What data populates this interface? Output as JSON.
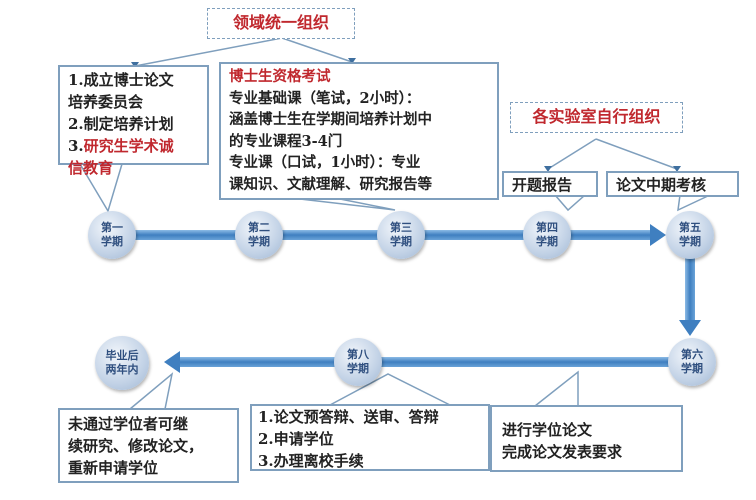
{
  "top_org": "领域统一组织",
  "lab_org": "各实验室自行组织",
  "semesters": {
    "s1": [
      "第一",
      "学期"
    ],
    "s2": [
      "第二",
      "学期"
    ],
    "s3": [
      "第三",
      "学期"
    ],
    "s4": [
      "第四",
      "学期"
    ],
    "s5": [
      "第五",
      "学期"
    ],
    "s6": [
      "第六",
      "学期"
    ],
    "s8": [
      "第八",
      "学期"
    ],
    "grad": [
      "毕业后",
      "两年内"
    ]
  },
  "box1": {
    "l1a": "1.成立博士论文",
    "l1b": "培养委员会",
    "l2": "2.制定培养计划",
    "l3_num": "3.",
    "l3a": "研究生学术诚",
    "l3b": "信教育"
  },
  "box2": {
    "title": "博士生资格考试",
    "lines": [
      "专业基础课（笔试，2小时）：",
      "涵盖博士生在学期间培养计划中",
      "的专业课程3-4门",
      "专业课（口试，1小时）：专业",
      "课知识、文献理解、研究报告等"
    ]
  },
  "box4": "开题报告",
  "box5": "论文中期考核",
  "box6": [
    "进行学位论文",
    "完成论文发表要求"
  ],
  "box8": [
    "1.论文预答辩、送审、答辩",
    "2.申请学位",
    "3.办理离校手续"
  ],
  "box_grad": [
    "未通过学位者可继",
    "续研究、修改论文，",
    "重新申请学位"
  ],
  "colors": {
    "accent_red": "#c0282e",
    "arrow_blue": "#4a8ac6",
    "border": "#7f9fbd"
  }
}
